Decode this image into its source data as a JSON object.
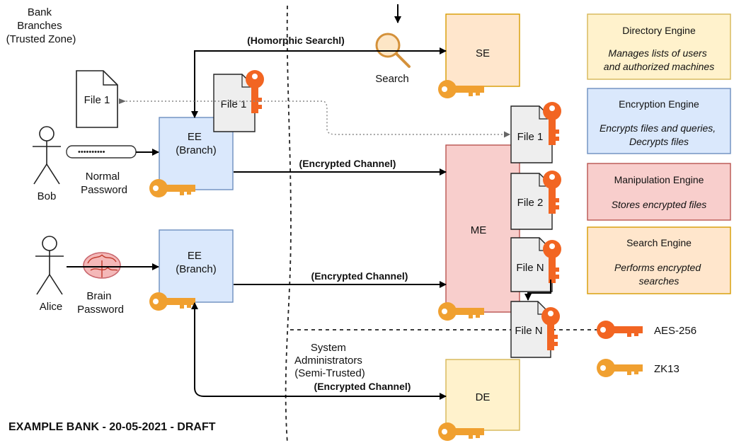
{
  "zones": {
    "trusted": [
      "Bank",
      "Branches",
      "(Trusted Zone)"
    ],
    "semi_trusted": [
      "System",
      "Administrators",
      "(Semi-Trusted)"
    ]
  },
  "users": {
    "bob": {
      "name": "Bob",
      "password_label": [
        "Normal",
        "Password"
      ]
    },
    "alice": {
      "name": "Alice",
      "password_label": [
        "Brain",
        "Password"
      ]
    }
  },
  "engines_short": {
    "ee": [
      "EE",
      "(Branch)"
    ],
    "se": "SE",
    "me": "ME",
    "de": "DE"
  },
  "search_label": "Search",
  "files": {
    "file1": "File 1",
    "file2": "File 2",
    "fileN": "File N"
  },
  "channels": {
    "homorphic": "(Homorphic Searchl)",
    "encrypted": "(Encrypted Channel)"
  },
  "legend": {
    "directory": {
      "title": "Directory Engine",
      "desc": [
        "Manages lists of users",
        "and authorized machines"
      ],
      "color": "#fff2cc"
    },
    "encryption": {
      "title": "Encryption Engine",
      "desc": [
        "Encrypts files and queries,",
        "Decrypts  files"
      ],
      "color": "#dae8fc"
    },
    "manipulation": {
      "title": "Manipulation Engine",
      "desc": [
        "Stores encrypted files"
      ],
      "color": "#f8cecc"
    },
    "search": {
      "title": "Search Engine",
      "desc": [
        "Performs encrypted",
        "searches"
      ],
      "color": "#ffe6cc"
    }
  },
  "keys": {
    "aes": {
      "label": "AES-256",
      "color": "#f26522"
    },
    "zk": {
      "label": "ZK13",
      "color": "#f0a030"
    }
  },
  "footer": "EXAMPLE BANK - 20-05-2021 - DRAFT"
}
